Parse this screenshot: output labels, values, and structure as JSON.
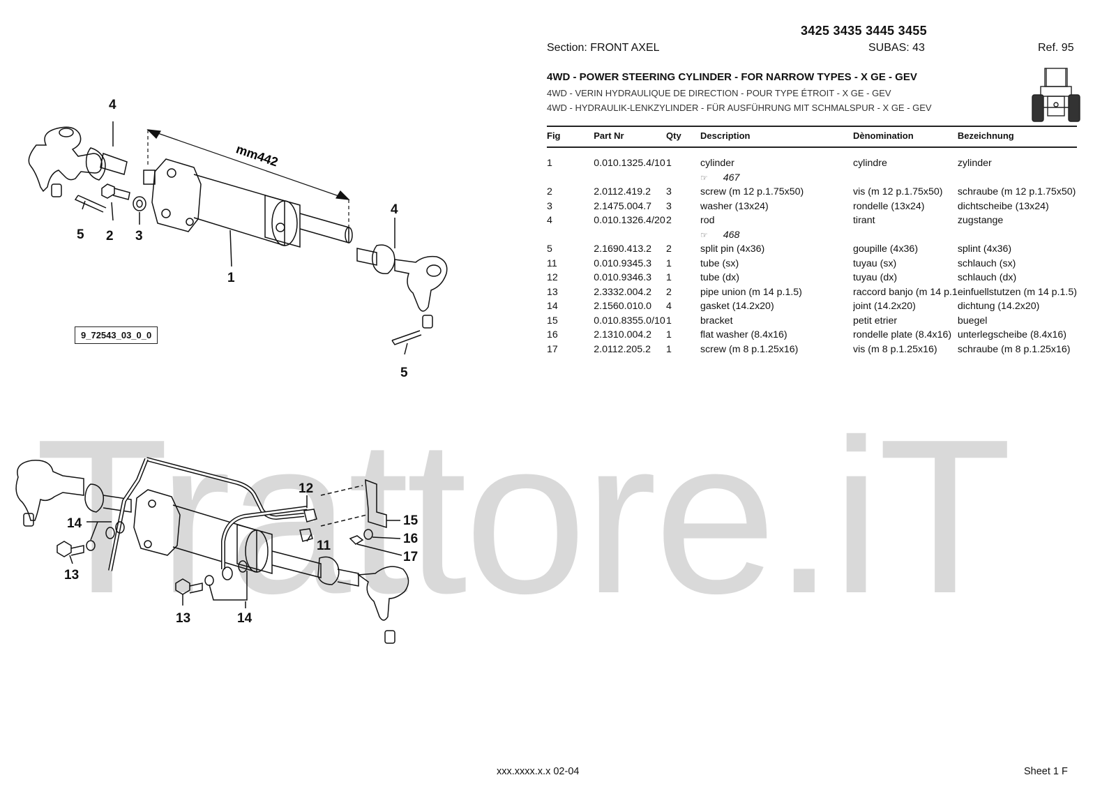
{
  "header": {
    "models": "3425 3435 3445 3455",
    "section": "Section: FRONT AXEL",
    "subas": "SUBAS: 43",
    "ref": "Ref. 95"
  },
  "titles": {
    "en": "4WD - POWER STEERING CYLINDER - FOR NARROW TYPES - X GE - GEV",
    "fr": "4WD - VERIN HYDRAULIQUE DE DIRECTION - POUR TYPE ÉTROIT - X GE - GEV",
    "de": "4WD - HYDRAULIK-LENKZYLINDER - FÜR AUSFÜHRUNG MIT SCHMALSPUR - X GE - GEV"
  },
  "table": {
    "headers": {
      "fig": "Fig",
      "part": "Part Nr",
      "qty": "Qty",
      "desc": "Description",
      "den": "Dènomination",
      "bez": "Bezeichnung"
    },
    "rows": [
      {
        "fig": "1",
        "part": "0.010.1325.4/10",
        "qty": "1",
        "desc": "cylinder",
        "den": "cylindre",
        "bez": "zylinder",
        "ref": "467"
      },
      {
        "fig": "2",
        "part": "2.0112.419.2",
        "qty": "3",
        "desc": "screw (m 12 p.1.75x50)",
        "den": "vis (m 12 p.1.75x50)",
        "bez": "schraube (m 12 p.1.75x50)"
      },
      {
        "fig": "3",
        "part": "2.1475.004.7",
        "qty": "3",
        "desc": "washer (13x24)",
        "den": "rondelle (13x24)",
        "bez": "dichtscheibe (13x24)"
      },
      {
        "fig": "4",
        "part": "0.010.1326.4/20",
        "qty": "2",
        "desc": "rod",
        "den": "tirant",
        "bez": "zugstange",
        "ref": "468"
      },
      {
        "fig": "5",
        "part": "2.1690.413.2",
        "qty": "2",
        "desc": "split pin (4x36)",
        "den": "goupille (4x36)",
        "bez": "splint (4x36)"
      },
      {
        "fig": "11",
        "part": "0.010.9345.3",
        "qty": "1",
        "desc": "tube (sx)",
        "den": "tuyau (sx)",
        "bez": "schlauch (sx)"
      },
      {
        "fig": "12",
        "part": "0.010.9346.3",
        "qty": "1",
        "desc": "tube (dx)",
        "den": "tuyau (dx)",
        "bez": "schlauch (dx)"
      },
      {
        "fig": "13",
        "part": "2.3332.004.2",
        "qty": "2",
        "desc": "pipe union (m 14 p.1.5)",
        "den": "raccord banjo (m 14 p.1",
        "bez": "einfuellstutzen (m 14 p.1.5)"
      },
      {
        "fig": "14",
        "part": "2.1560.010.0",
        "qty": "4",
        "desc": "gasket (14.2x20)",
        "den": "joint (14.2x20)",
        "bez": "dichtung (14.2x20)"
      },
      {
        "fig": "15",
        "part": "0.010.8355.0/10",
        "qty": "1",
        "desc": "bracket",
        "den": "petit etrier",
        "bez": "buegel"
      },
      {
        "fig": "16",
        "part": "2.1310.004.2",
        "qty": "1",
        "desc": "flat washer (8.4x16)",
        "den": "rondelle plate (8.4x16)",
        "bez": "unterlegscheibe (8.4x16)"
      },
      {
        "fig": "17",
        "part": "2.0112.205.2",
        "qty": "1",
        "desc": "screw (m 8 p.1.25x16)",
        "den": "vis (m 8 p.1.25x16)",
        "bez": "schraube (m 8 p.1.25x16)"
      }
    ]
  },
  "diagram": {
    "dimension": "mm442",
    "drawing_code": "9_72543_03_0_0",
    "callouts_top": {
      "c4a": "4",
      "c5a": "5",
      "c2": "2",
      "c3": "3",
      "c1": "1",
      "c4b": "4",
      "c5b": "5"
    },
    "callouts_bottom": {
      "c12": "12",
      "c14a": "14",
      "c11": "11",
      "c13a": "13",
      "c15": "15",
      "c16": "16",
      "c17": "17",
      "c13b": "13",
      "c14b": "14"
    }
  },
  "watermark": "Trattore.iT",
  "footer": {
    "code": "xxx.xxxx.x.x  02-04",
    "sheet": "Sheet 1 F"
  }
}
